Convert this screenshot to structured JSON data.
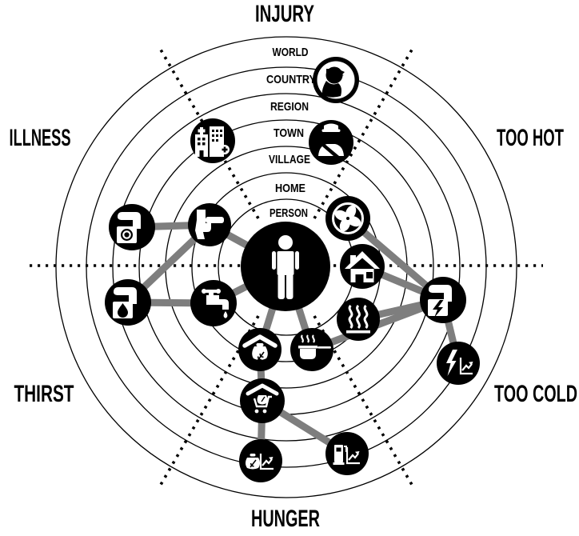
{
  "figure": {
    "type": "radial-proximity-diagram",
    "description": "Person at the centre of concentric rings (PERSON to WORLD) with household and infrastructure icons linked by grey lines; outer sector labels name six threats."
  },
  "rings": [
    "WORLD",
    "COUNTRY",
    "REGION",
    "TOWN",
    "VILLAGE",
    "HOME",
    "PERSON"
  ],
  "sectors": [
    {
      "label": "INJURY",
      "position": "top"
    },
    {
      "label": "TOO HOT",
      "position": "upper-right"
    },
    {
      "label": "TOO COLD",
      "position": "lower-right"
    },
    {
      "label": "HUNGER",
      "position": "bottom"
    },
    {
      "label": "THIRST",
      "position": "lower-left"
    },
    {
      "label": "ILLNESS",
      "position": "upper-left"
    }
  ],
  "nodes": [
    {
      "id": "person",
      "icon": "person-icon",
      "ring": "PERSON",
      "sector": "center"
    },
    {
      "id": "toilet",
      "icon": "toilet-icon",
      "ring": "HOME",
      "sector": "ILLNESS"
    },
    {
      "id": "sewage-plant",
      "icon": "sewage-plant-icon",
      "ring": "REGION",
      "sector": "ILLNESS"
    },
    {
      "id": "hospital",
      "icon": "hospital-icon",
      "ring": "TOWN",
      "sector": "ILLNESS"
    },
    {
      "id": "soldier",
      "icon": "soldier-profile-icon",
      "ring": "COUNTRY",
      "sector": "INJURY"
    },
    {
      "id": "police-officer",
      "icon": "police-officer-icon",
      "ring": "TOWN",
      "sector": "INJURY"
    },
    {
      "id": "fan",
      "icon": "fan-icon",
      "ring": "HOME",
      "sector": "TOO HOT"
    },
    {
      "id": "house",
      "icon": "house-icon",
      "ring": "HOME",
      "sector": "TOO HOT"
    },
    {
      "id": "heating",
      "icon": "heat-waves-icon",
      "ring": "HOME",
      "sector": "TOO COLD"
    },
    {
      "id": "power-plant",
      "icon": "power-plant-icon",
      "ring": "REGION",
      "sector": "TOO COLD"
    },
    {
      "id": "electricity-price",
      "icon": "electricity-price-icon",
      "ring": "COUNTRY",
      "sector": "TOO COLD"
    },
    {
      "id": "cooking-pot",
      "icon": "cooking-pot-icon",
      "ring": "HOME",
      "sector": "HUNGER"
    },
    {
      "id": "food-storage",
      "icon": "food-sack-roof-icon",
      "ring": "HOME",
      "sector": "HUNGER"
    },
    {
      "id": "food-market",
      "icon": "market-cart-icon",
      "ring": "TOWN",
      "sector": "HUNGER"
    },
    {
      "id": "food-price",
      "icon": "food-price-chart-icon",
      "ring": "COUNTRY",
      "sector": "HUNGER"
    },
    {
      "id": "fuel-price",
      "icon": "fuel-price-chart-icon",
      "ring": "COUNTRY",
      "sector": "HUNGER"
    },
    {
      "id": "water-tap",
      "icon": "tap-icon",
      "ring": "HOME",
      "sector": "THIRST"
    },
    {
      "id": "water-plant",
      "icon": "water-plant-icon",
      "ring": "REGION",
      "sector": "THIRST"
    }
  ],
  "connections": [
    [
      "sewage-plant",
      "toilet"
    ],
    [
      "toilet",
      "water-plant"
    ],
    [
      "toilet",
      "person"
    ],
    [
      "water-plant",
      "water-tap"
    ],
    [
      "water-tap",
      "person"
    ],
    [
      "person",
      "food-storage"
    ],
    [
      "person",
      "cooking-pot"
    ],
    [
      "food-storage",
      "food-market"
    ],
    [
      "food-market",
      "food-price"
    ],
    [
      "food-market",
      "fuel-price"
    ],
    [
      "cooking-pot",
      "power-plant"
    ],
    [
      "heating",
      "power-plant"
    ],
    [
      "house",
      "power-plant"
    ],
    [
      "fan",
      "power-plant"
    ],
    [
      "power-plant",
      "electricity-price"
    ]
  ],
  "colors": {
    "background": "#ffffff",
    "foreground": "#000000",
    "icon": "#ffffff",
    "link": "#7e7e7e"
  }
}
